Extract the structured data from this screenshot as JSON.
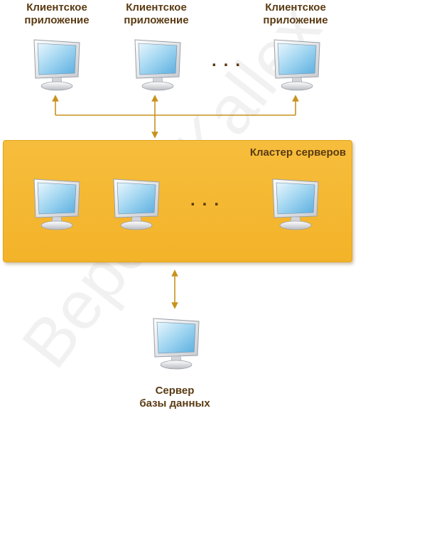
{
  "clients": [
    {
      "label": "Клиентское\nприложение"
    },
    {
      "label": "Клиентское\nприложение"
    },
    {
      "label": "Клиентское\nприложение"
    }
  ],
  "ellipsis": "...",
  "cluster": {
    "title": "Кластер серверов",
    "ellipsis": "..."
  },
  "db": {
    "label": "Сервер\nбазы данных"
  },
  "watermark": "Версия Kallex",
  "colors": {
    "cluster_fill": "#f3b329",
    "connector": "#c8921c",
    "label_text": "#5a3a12"
  },
  "icons": {
    "computer": "monitor-icon"
  }
}
